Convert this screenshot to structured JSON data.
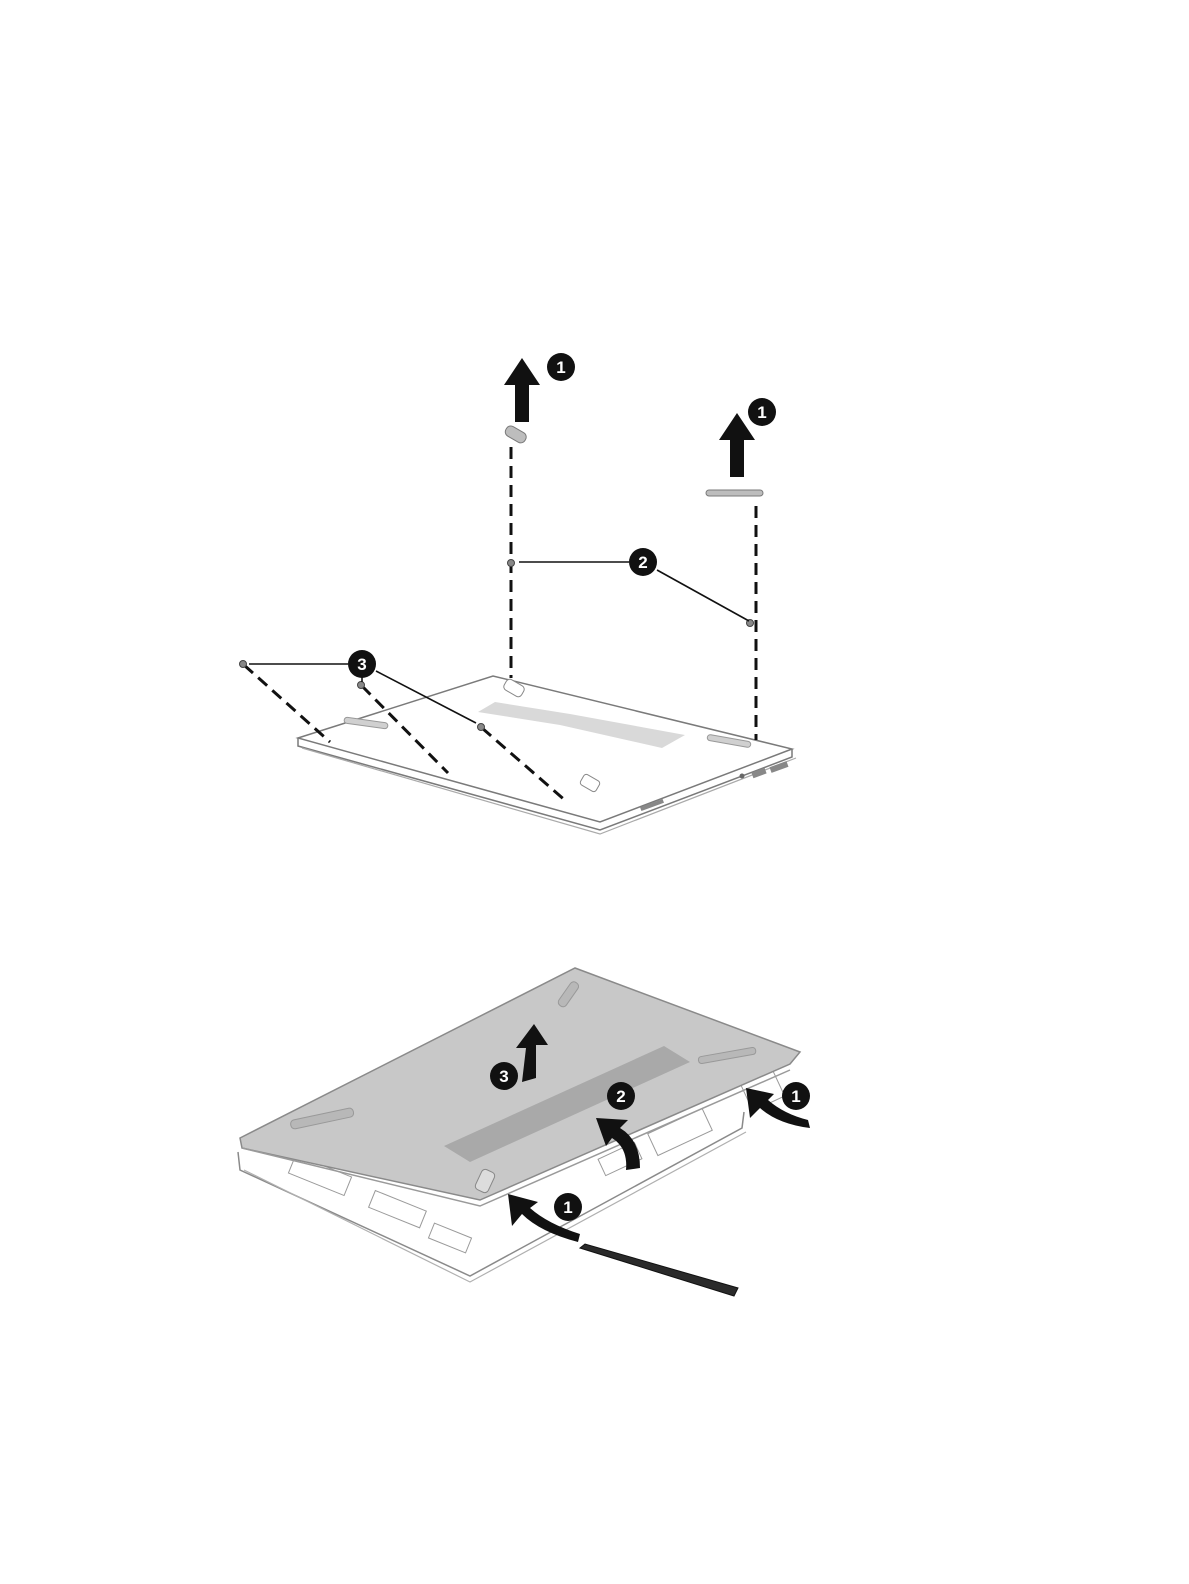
{
  "callouts": {
    "top": {
      "cap_left": "1",
      "cap_right": "1",
      "screws_bottom": "2",
      "screws_side": "3"
    },
    "bottom": {
      "release_left": "1",
      "release_right": "1",
      "lift_edge": "2",
      "remove_cover": "3"
    }
  },
  "colors": {
    "line": "#111111",
    "cover": "#c8c8c8",
    "cover_dark": "#a9a9a9",
    "callout_fill": "#111111",
    "callout_text": "#ffffff"
  },
  "icons": {
    "lift": "up-arrow-icon",
    "release": "curved-arrow-icon",
    "tool": "plastic-pry-tool-icon",
    "screw": "screw-icon"
  }
}
